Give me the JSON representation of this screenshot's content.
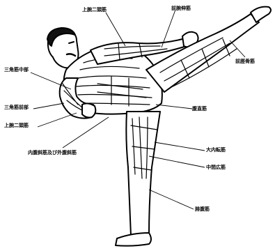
{
  "labels": {
    "biceps_upper": "上腕二頭筋",
    "forearm_extensors": "前腕伸筋",
    "tibialis_anterior": "前脛骨筋",
    "deltoid_middle": "三角筋中部",
    "deltoid_anterior": "三角筋前部",
    "biceps_lower": "上腕二頭筋",
    "rectus_abdominis": "腹直筋",
    "obliques": "内腹斜筋及び外腹斜筋",
    "adductor_magnus": "大内転筋",
    "vastus_intermedius": "中間広筋",
    "gastrocnemius": "腓腹筋"
  }
}
